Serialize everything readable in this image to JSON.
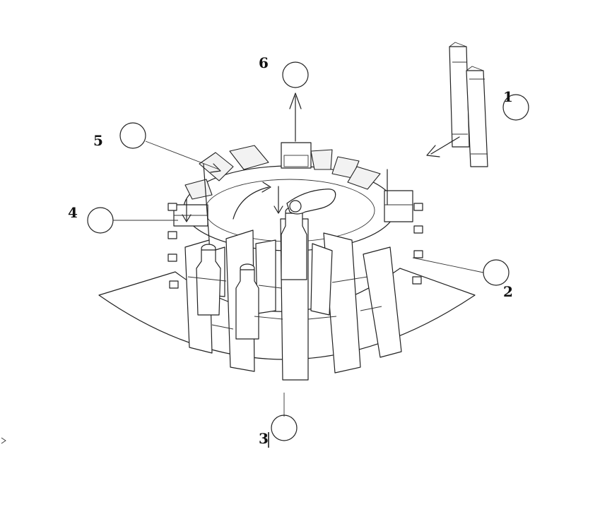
{
  "labels": {
    "l1": "1",
    "l2": "2",
    "l3": "3",
    "l4": "4",
    "l5": "5",
    "l6": "6"
  },
  "colors": {
    "line": "#222222",
    "background": "#ffffff"
  }
}
